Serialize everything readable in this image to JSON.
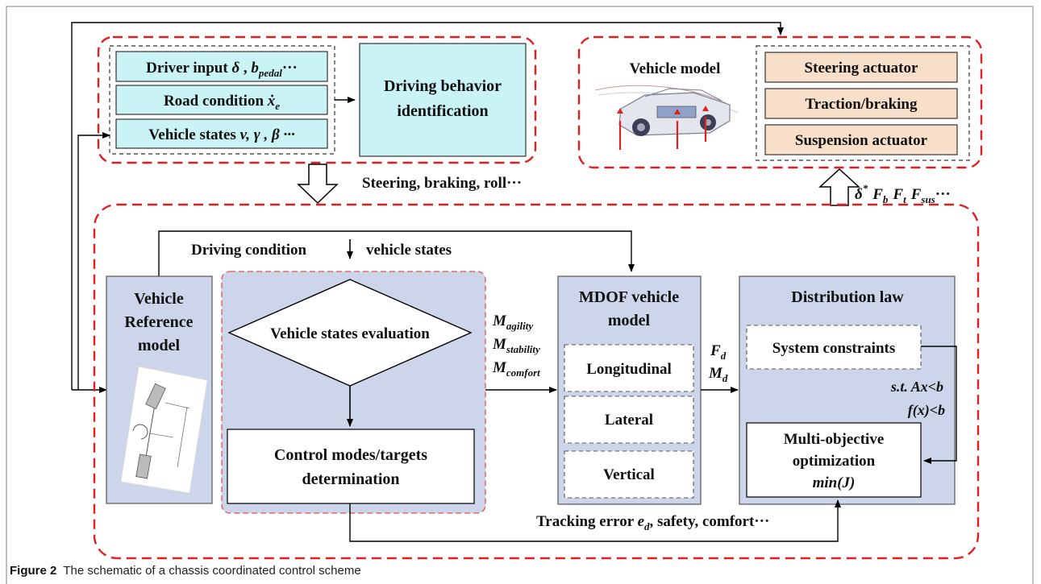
{
  "top_left": {
    "driver_input": {
      "main": "Driver input ",
      "delta": "δ",
      "comma": " , ",
      "b": "b",
      "b_sub": "pedal",
      "rest": "···"
    },
    "road_condition": {
      "main": "Road condition ",
      "x": "ẋ",
      "x_sub": "e"
    },
    "vehicle_states": {
      "main": "Vehicle states ",
      "vars": "v, γ , β ···"
    },
    "behavior_box": {
      "line1": "Driving behavior",
      "line2": "identification"
    }
  },
  "top_right": {
    "vehicle_model_label": "Vehicle model",
    "actuators": [
      "Steering actuator",
      "Traction/braking",
      "Suspension actuator"
    ]
  },
  "arrow_labels": {
    "steering_braking_roll": "Steering, braking,  roll···",
    "force_signals": {
      "delta": "δ",
      "delta_sup": "*",
      "Fb": "F",
      "Fb_sub": "b",
      "Ft": "F",
      "Ft_sub": "t",
      "Fsus": "F",
      "Fsus_sub": "sus",
      "rest": "···"
    }
  },
  "bottom": {
    "driving_condition": "Driving condition",
    "vehicle_states": "vehicle states",
    "reference_model": {
      "line1": "Vehicle",
      "line2": "Reference",
      "line3": "model"
    },
    "evaluation": "Vehicle states evaluation",
    "determination": {
      "line1": "Control modes/targets",
      "line2": "determination"
    },
    "moments": [
      {
        "M": "M",
        "sub": "agility"
      },
      {
        "M": "M",
        "sub": "stability"
      },
      {
        "M": "M",
        "sub": "comfort"
      }
    ],
    "mdof": {
      "line1": "MDOF vehicle",
      "line2": "model",
      "items": [
        "Longitudinal",
        "Lateral",
        "Vertical"
      ]
    },
    "forces": [
      {
        "F": "F",
        "sub": "d"
      },
      {
        "F": "M",
        "sub": "d"
      }
    ],
    "distribution": {
      "title": "Distribution  law",
      "constraints": "System constraints",
      "st1": "s.t.  Ax<b",
      "st2": "f(x)<b",
      "optimization": {
        "line1": "Multi-objective",
        "line2": "optimization",
        "line3": "min(J)"
      }
    },
    "tracking": {
      "main": "Tracking error ",
      "e": "e",
      "e_sub": "d",
      "rest": ", safety, comfort···"
    }
  },
  "caption": {
    "label": "Figure 2",
    "text": "The schematic of a chassis coordinated control scheme"
  },
  "colors": {
    "cyan": "#c9f3f5",
    "blue_panel": "#cdd5ea",
    "actuator": "#f7dfc9",
    "red_dash": "#e02020"
  }
}
